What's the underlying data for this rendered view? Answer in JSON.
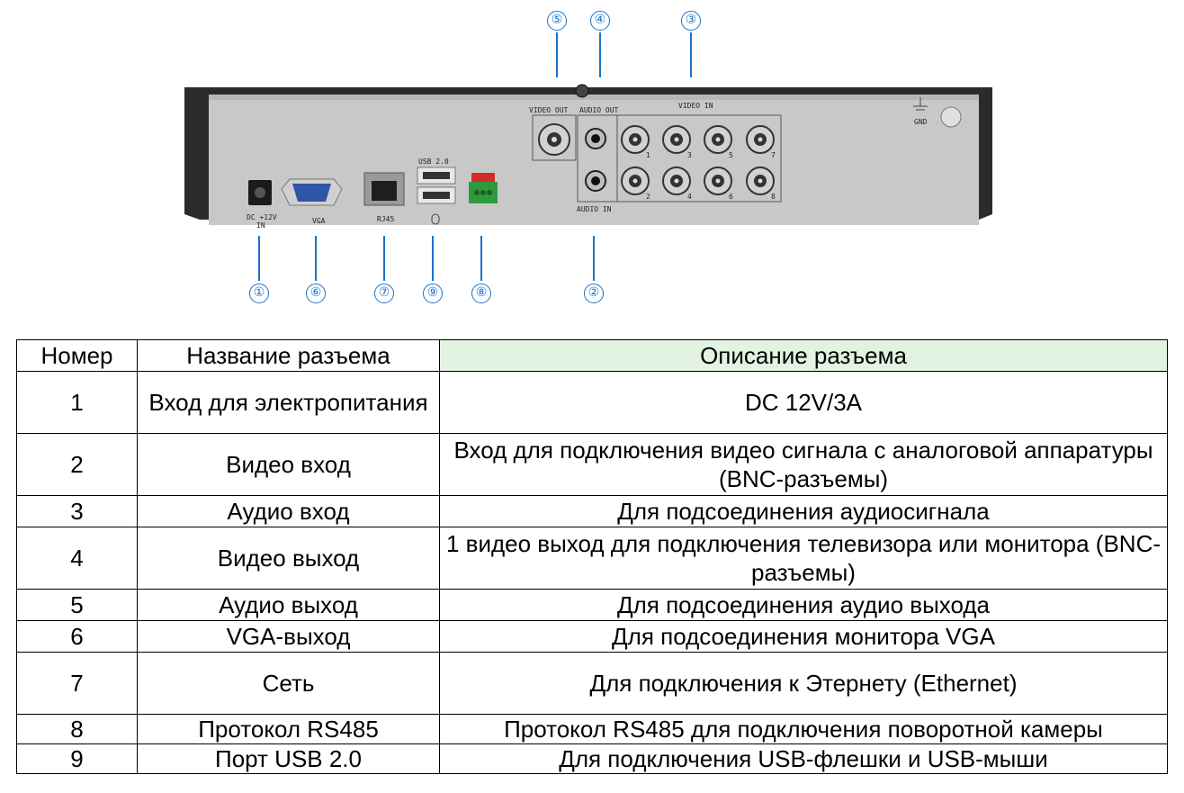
{
  "panel_labels": {
    "video_out": "VIDEO OUT",
    "audio_out": "AUDIO OUT",
    "video_in": "VIDEO IN",
    "audio_in": "AUDIO IN",
    "usb": "USB 2.0",
    "dc_line1": "DC +12V",
    "dc_line2": "IN",
    "vga": "VGA",
    "rj45": "RJ45",
    "gnd": "GND",
    "bnc_numbers_top": [
      "1",
      "3",
      "5",
      "7"
    ],
    "bnc_numbers_bottom": [
      "2",
      "4",
      "6",
      "8"
    ]
  },
  "callouts": [
    "⑤",
    "④",
    "③",
    "①",
    "⑥",
    "⑦",
    "⑨",
    "⑧",
    "②"
  ],
  "colors": {
    "callout": "#1a73c8",
    "header_highlight": "#e2f3e2",
    "panel": "#c8c9c6",
    "casing": "#2b2b2b"
  },
  "table": {
    "headers": [
      "Номер",
      "Название разъема",
      "Описание разъема"
    ],
    "rows": [
      {
        "num": "1",
        "name": "Вход для электропитания",
        "desc": "DC 12V/3A"
      },
      {
        "num": "2",
        "name": "Видео вход",
        "desc": "Вход для подключения видео сигнала с аналоговой аппаратуры (BNC-разъемы)"
      },
      {
        "num": "3",
        "name": "Аудио вход",
        "desc": "Для подсоединения аудиосигнала"
      },
      {
        "num": "4",
        "name": "Видео выход",
        "desc": "1 видео выход для подключения телевизора или монитора (BNC-разъемы)"
      },
      {
        "num": "5",
        "name": "Аудио выход",
        "desc": "Для подсоединения аудио выхода"
      },
      {
        "num": "6",
        "name": "VGA-выход",
        "desc": "Для подсоединения монитора VGA"
      },
      {
        "num": "7",
        "name": "Сеть",
        "desc": "Для подключения к Этернету (Ethernet)"
      },
      {
        "num": "8",
        "name": "Протокол RS485",
        "desc": "Протокол RS485 для подключения поворотной камеры"
      },
      {
        "num": "9",
        "name": "Порт USB 2.0",
        "desc": "Для подключения USB-флешки и USB-мыши"
      }
    ]
  }
}
